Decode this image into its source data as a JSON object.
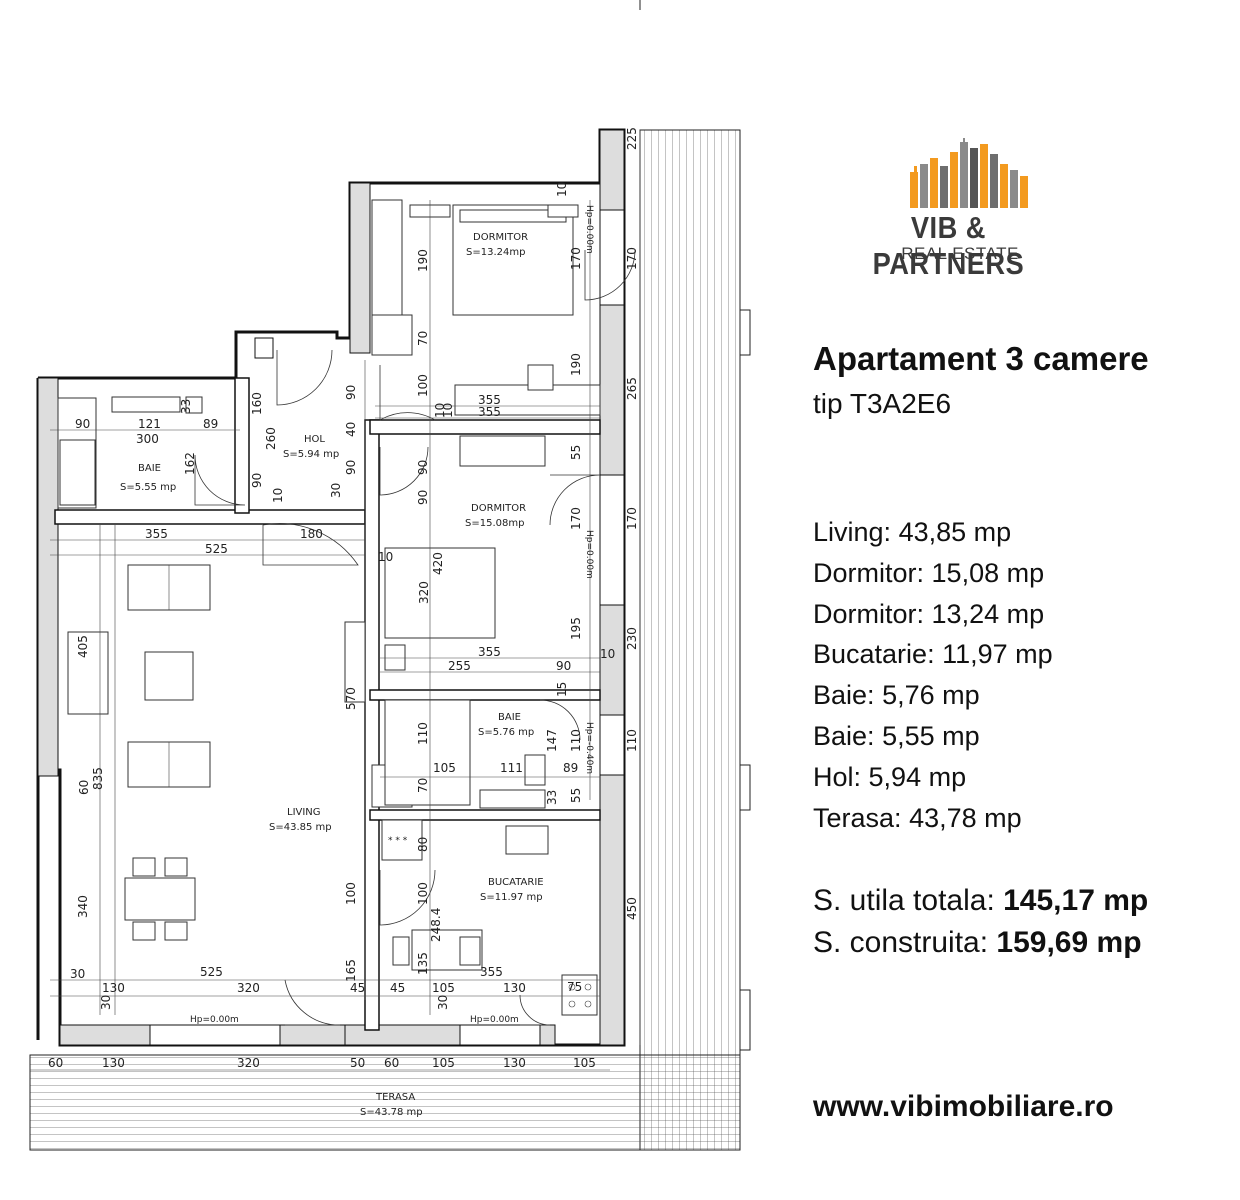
{
  "brand": {
    "name": "VIB & PARTNERS",
    "tagline": "REAL ESTATE",
    "colors": {
      "orange": "#f39a1f",
      "gray": "#6e6e6e",
      "dark": "#3a3a3a"
    }
  },
  "listing": {
    "title": "Apartament 3 camere",
    "subtitle": "tip T3A2E6",
    "areas": [
      {
        "label": "Living:",
        "value": "43,85 mp"
      },
      {
        "label": "Dormitor:",
        "value": "15,08 mp"
      },
      {
        "label": "Dormitor:",
        "value": "13,24 mp"
      },
      {
        "label": "Bucatarie:",
        "value": "11,97 mp"
      },
      {
        "label": "Baie:",
        "value": "5,76 mp"
      },
      {
        "label": "Baie:",
        "value": "5,55 mp"
      },
      {
        "label": "Hol:",
        "value": "5,94 mp"
      },
      {
        "label": "Terasa:",
        "value": "43,78 mp"
      }
    ],
    "totals": [
      {
        "label": "S. utila totala:",
        "value": "145,17 mp"
      },
      {
        "label": "S. construita:",
        "value": "159,69 mp"
      }
    ],
    "website": "www.vibimobiliare.ro"
  },
  "plan": {
    "rooms": [
      {
        "name": "DORMITOR",
        "area": "S=13.24mp"
      },
      {
        "name": "HOL",
        "area": "S=5.94 mp"
      },
      {
        "name": "BAIE",
        "area": "S=5.55 mp"
      },
      {
        "name": "DORMITOR",
        "area": "S=15.08mp"
      },
      {
        "name": "BAIE",
        "area": "S=5.76 mp"
      },
      {
        "name": "LIVING",
        "area": "S=43.85 mp"
      },
      {
        "name": "BUCATARIE",
        "area": "S=11.97 mp"
      },
      {
        "name": "TERASA",
        "area": "S=43.78 mp"
      }
    ],
    "levels": [
      "Hp=0.00m",
      "Hp=0.00m",
      "Hp=0.00m",
      "Hp=0.00m",
      "Hp=-0.40m"
    ],
    "dims": {
      "d225": "225",
      "d10a": "10",
      "d190a": "190",
      "d170a": "170",
      "d170b": "170",
      "d70a": "70",
      "d190b": "190",
      "d265": "265",
      "d90a": "90",
      "d100a": "100",
      "d355a": "355",
      "d355b": "355",
      "d10b": "10",
      "d10c": "10",
      "d160": "160",
      "d260": "260",
      "d90b": "90",
      "d121": "121",
      "d33a": "33",
      "d89a": "89",
      "d300": "300",
      "d40": "40",
      "d90c": "90",
      "d90d": "90",
      "d55a": "55",
      "d162": "162",
      "d90e": "90",
      "d10d": "10",
      "d30a": "30",
      "d170c": "170",
      "d170d": "170",
      "d355c": "355",
      "d180": "180",
      "d525a": "525",
      "d10e": "10",
      "d420": "420",
      "d320a": "320",
      "d405": "405",
      "d230": "230",
      "d195": "195",
      "d355d": "355",
      "d255": "255",
      "d90f": "90",
      "d10f": "10",
      "d570": "570",
      "d15": "15",
      "d110a": "110",
      "d147": "147",
      "d110b": "110",
      "d110c": "110",
      "d835": "835",
      "d105a": "105",
      "d111": "111",
      "d89b": "89",
      "d60a": "60",
      "d70b": "70",
      "d33b": "33",
      "d55b": "55",
      "d80": "80",
      "d340": "340",
      "d100b": "100",
      "d100c": "100",
      "d248": "248.4",
      "d450": "450",
      "d135": "135",
      "d30b": "30",
      "d525b": "525",
      "d165": "165",
      "d355e": "355",
      "d75": "75",
      "d130a": "130",
      "d320b": "320",
      "d45a": "45",
      "d45b": "45",
      "d105b": "105",
      "d130b": "130",
      "d30c": "30",
      "d30d": "30",
      "d60b": "60",
      "d130c": "130",
      "d320c": "320",
      "d50": "50",
      "d60c": "60",
      "d105c": "105",
      "d130d": "130",
      "d105d": "105",
      "d90g": "90"
    }
  }
}
